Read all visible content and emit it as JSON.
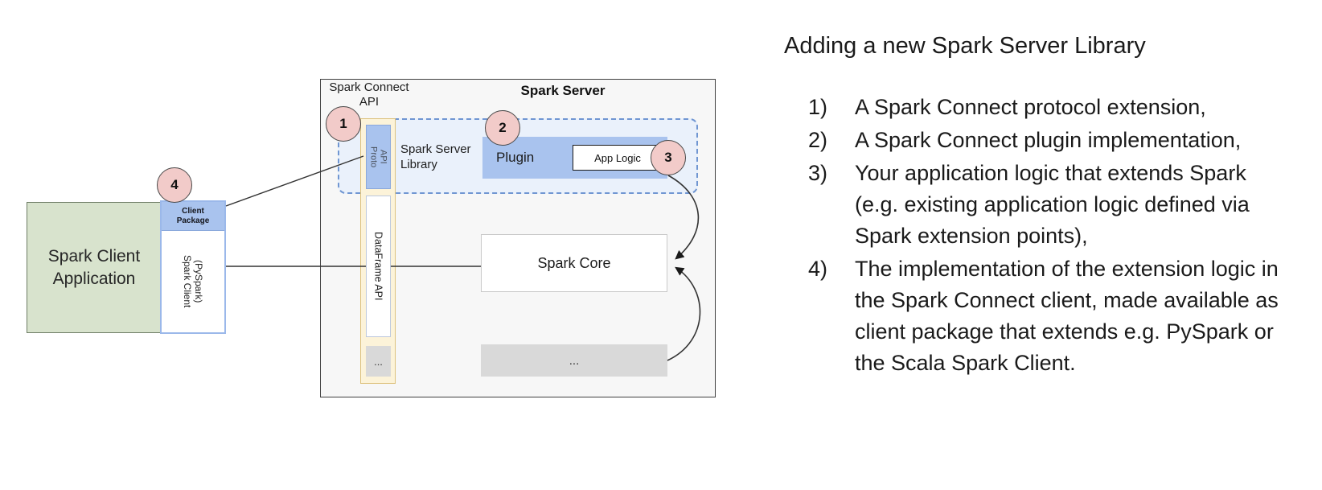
{
  "diagram": {
    "client_app": {
      "label": "Spark Client Application"
    },
    "client_package": {
      "header": "Client\nPackage",
      "label": "Spark Client\n(PySpark)"
    },
    "server": {
      "title": "Spark Server",
      "connect_api_label": "Spark Connect API",
      "library_label": "Spark Server Library",
      "proto_api_label": "Proto\nAPI",
      "dataframe_api_label": "DataFrame API",
      "api_ellipsis": "...",
      "plugin_label": "Plugin",
      "app_logic_label": "App Logic",
      "spark_core_label": "Spark Core",
      "core_ellipsis": "..."
    },
    "badges": {
      "n1": "1",
      "n2": "2",
      "n3": "3",
      "n4": "4"
    }
  },
  "notes": {
    "title": "Adding a new Spark Server Library",
    "items": [
      {
        "num": "1)",
        "text": "A Spark Connect protocol extension,"
      },
      {
        "num": "2)",
        "text": "A Spark Connect plugin implementation,"
      },
      {
        "num": "3)",
        "text": "Your application logic that extends Spark (e.g. existing application logic defined via Spark extension points),"
      },
      {
        "num": "4)",
        "text": "The implementation of the extension logic in the Spark Connect client, made available as client package that extends e.g. PySpark or the Scala Spark Client."
      }
    ]
  },
  "colors": {
    "accent_blue": "#a9c3ee",
    "dashed_blue": "#7096d2",
    "badge_pink": "#f2cbc9",
    "client_green": "#d8e3cd",
    "column_cream": "#fcf3d9",
    "box_gray": "#d9d9d9",
    "server_bg": "#f7f7f7"
  }
}
